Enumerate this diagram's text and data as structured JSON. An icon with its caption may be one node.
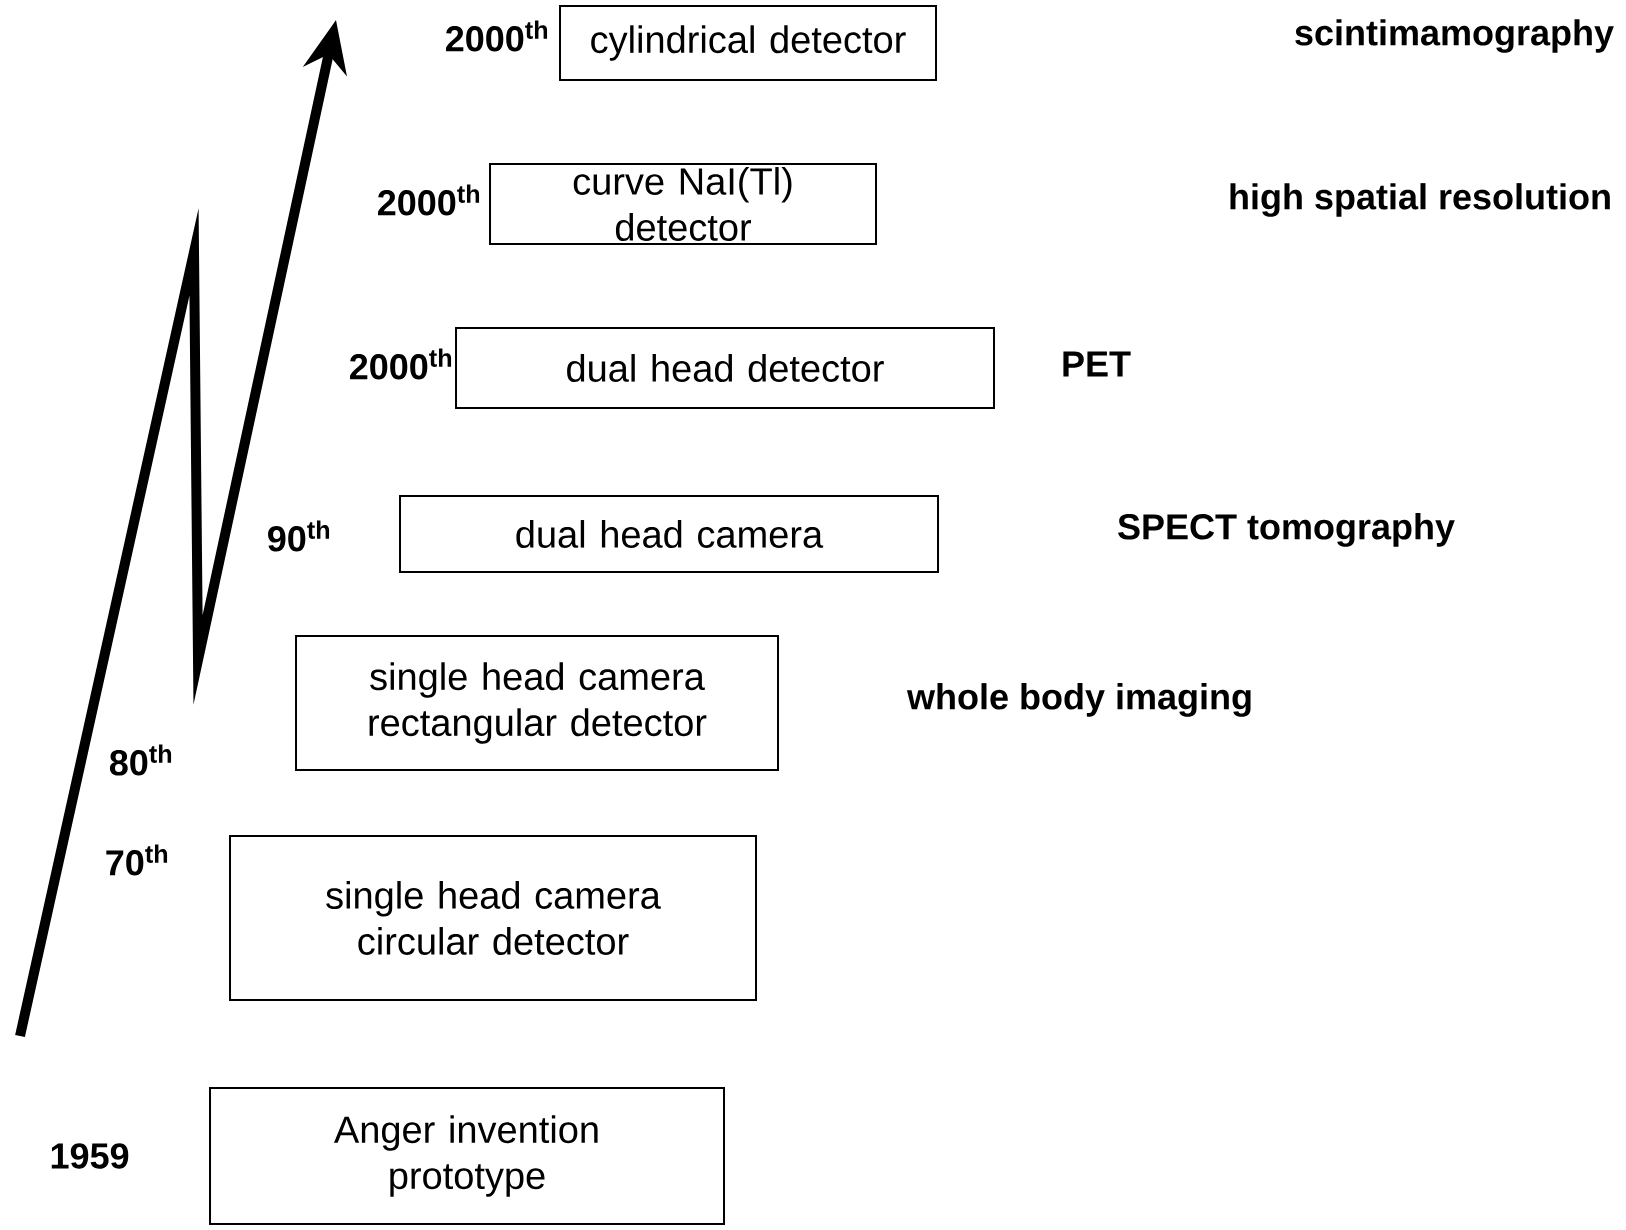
{
  "diagram": {
    "nodes": [
      {
        "text": [
          "cylindrical detector"
        ],
        "beside": [
          "2000$^{th}$"
        ]
      },
      {
        "text": [
          "curve NaI(Tl) detector"
        ],
        "beside": [
          "2000$^{th}$"
        ]
      },
      {
        "text": [
          "dual head detector"
        ],
        "beside": [
          "2000$^{th}$"
        ]
      },
      {
        "text": [
          "dual head camera"
        ],
        "beside": [
          "90$^{th}$"
        ]
      },
      {
        "text": [
          "single head camera rectangular detector"
        ],
        "beside": [
          "80$^{th}$"
        ]
      },
      {
        "text": [
          "single head camera circular detector"
        ],
        "beside": [
          "70$^{th}$"
        ]
      },
      {
        "text": [
          "Anger invention prototype"
        ],
        "beside": [
          "1959"
        ]
      }
    ],
    "labels": [
      "scintimamography",
      "high spatial resolution",
      "PET",
      "SPECT tomography",
      "whole body imaging"
    ]
  }
}
